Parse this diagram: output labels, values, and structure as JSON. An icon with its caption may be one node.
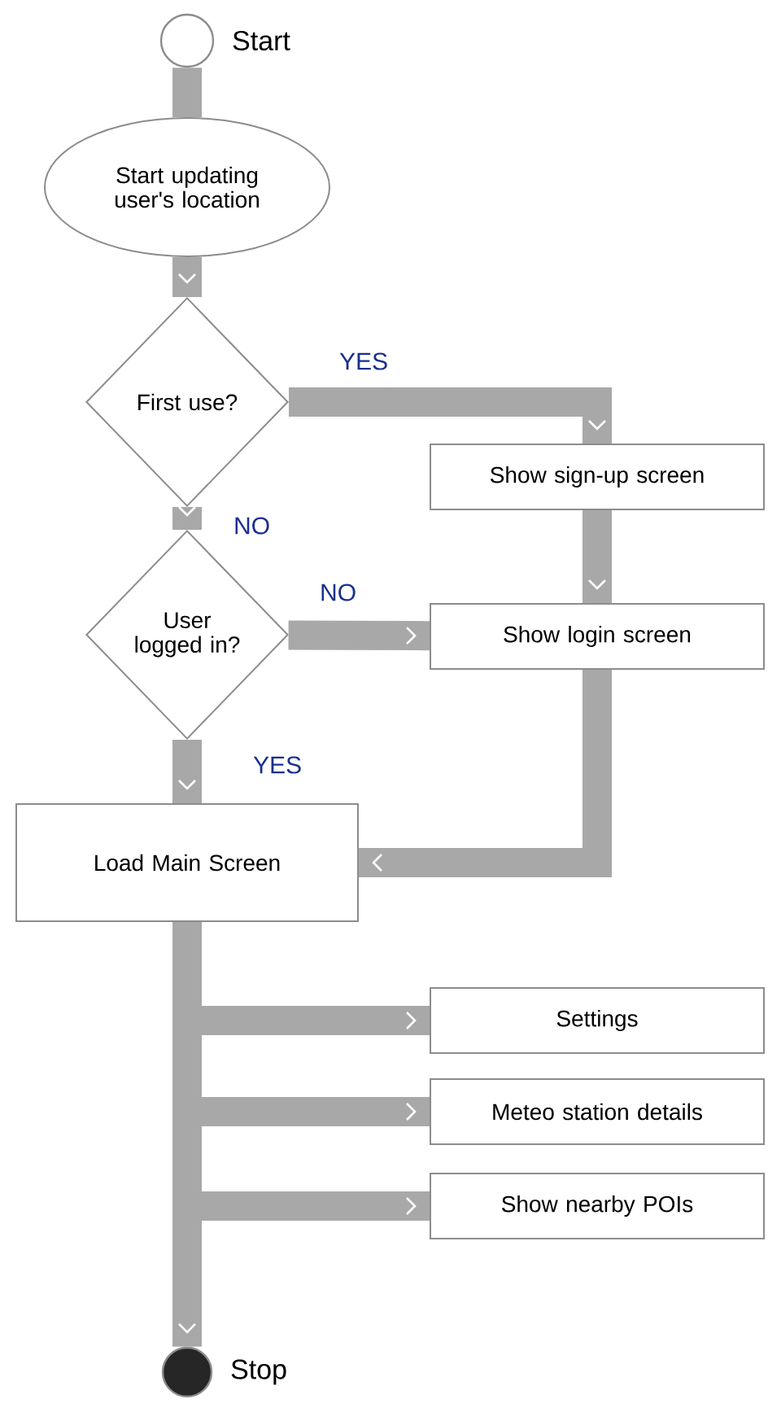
{
  "diagram": {
    "nodes": [
      {
        "text": [],
        "shape": "circle",
        "beside": [
          "Start"
        ]
      },
      {
        "text": [
          "Start updating user's location"
        ]
      },
      {
        "text": [
          "First use?"
        ]
      },
      {
        "text": [
          "Show sign-up screen"
        ]
      },
      {
        "text": [
          "User logged in?"
        ]
      },
      {
        "text": [
          "Show login screen"
        ]
      },
      {
        "text": [
          "Load Main Screen"
        ]
      },
      {
        "text": [
          "Settings"
        ]
      },
      {
        "text": [
          "Meteo station details"
        ]
      },
      {
        "text": [
          "Show nearby POIs"
        ]
      },
      {
        "text": [],
        "shape": "circle",
        "beside": [
          "Stop"
        ]
      }
    ],
    "edges": [
      {
        "from": 0,
        "to": 1,
        "arrow": "none"
      },
      {
        "from": 1,
        "to": 2,
        "arrow": "to"
      },
      {
        "from": 2,
        "to": 3,
        "arrow": "to",
        "label": "YES"
      },
      {
        "from": 2,
        "to": 4,
        "arrow": "to",
        "label": "NO"
      },
      {
        "from": 3,
        "to": 5,
        "arrow": "to"
      },
      {
        "from": 4,
        "to": 5,
        "arrow": "to",
        "label": "NO"
      },
      {
        "from": 4,
        "to": 6,
        "arrow": "to",
        "label": "YES"
      },
      {
        "from": 5,
        "to": 6,
        "arrow": "to"
      },
      {
        "from": 6,
        "to": 7,
        "arrow": "to"
      },
      {
        "from": 6,
        "to": 8,
        "arrow": "to"
      },
      {
        "from": 6,
        "to": 9,
        "arrow": "to"
      },
      {
        "from": 6,
        "to": 10,
        "arrow": "to"
      }
    ]
  }
}
